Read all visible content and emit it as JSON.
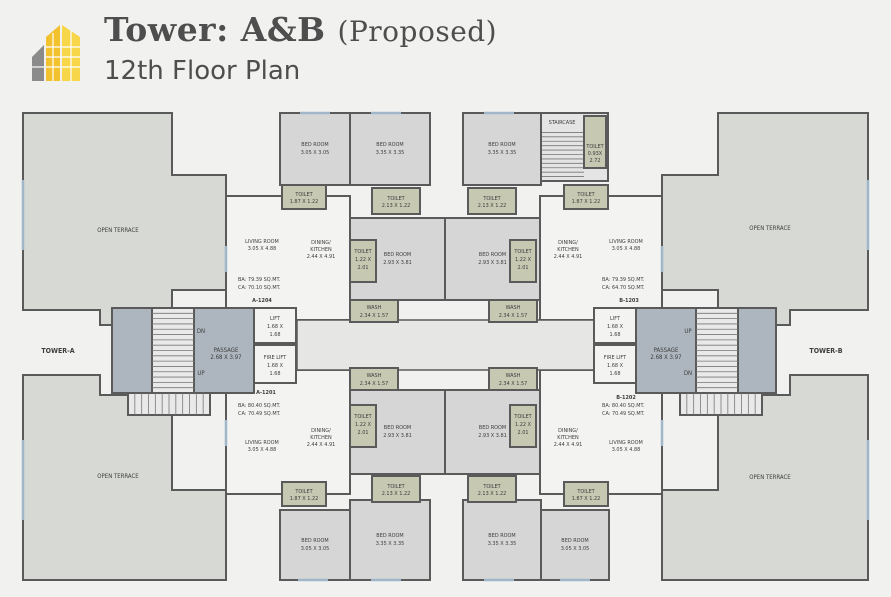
{
  "header": {
    "title": "Tower: A&B",
    "title_suffix": "(Proposed)",
    "subtitle": "12th Floor Plan"
  },
  "colors": {
    "terrace": "#d7d9d5",
    "room": "#d6d6d6",
    "living": "#f3f3f1",
    "toilet": "#c6c8b2",
    "passage": "#adb6be",
    "wall": "#5a5a5a",
    "logo_yellow": "#f2c12e",
    "logo_grey": "#8b8b8b"
  },
  "labels": {
    "terrace": "OPEN TERRACE",
    "tower_a": "TOWER-A",
    "tower_b": "TOWER-B",
    "staircase": "STAIRCASE",
    "up": "UP",
    "dn": "DN",
    "bedroom": "BED ROOM",
    "toilet": "TOILET",
    "wash": "WASH",
    "lift": "LIFT",
    "fire_lift": "FIRE LIFT",
    "passage": "PASSAGE",
    "passage_dim": "2.68 X 3.97",
    "living": "LIVING ROOM",
    "living_dim": "3.05 X 4.88",
    "dining": "DINING/",
    "kitchen": "KITCHEN",
    "kitchen_dim": "2.44 X 4.91",
    "lift_dim1": "1.68 X",
    "lift_dim2": "1.68"
  },
  "units": [
    {
      "id": "A-1204",
      "ba": "BA: 79.39 SQ.MT.",
      "ca": "CA: 70.10 SQ.MT."
    },
    {
      "id": "A-1201",
      "ba": "BA: 80.40 SQ.MT.",
      "ca": "CA: 70.49 SQ.MT."
    },
    {
      "id": "B-1203",
      "ba": "BA: 79.39 SQ.MT.",
      "ca": "CA: 64.70 SQ.MT."
    },
    {
      "id": "B-1202",
      "ba": "BA: 80.40 SQ.MT.",
      "ca": "CA: 70.49 SQ.MT."
    }
  ],
  "dims": {
    "bed_305": "3.05 X 3.05",
    "bed_335": "3.35 X 3.35",
    "bed_293": "2.93 X 3.81",
    "toilet_187": "1.87 X 1.22",
    "toilet_213": "2.13 X 1.22",
    "toilet_122a": "1.22 X",
    "toilet_122b": "2.01",
    "wash": "2.34 X 1.57",
    "stair_toilet_a": "0.93X",
    "stair_toilet_b": "2.72"
  }
}
